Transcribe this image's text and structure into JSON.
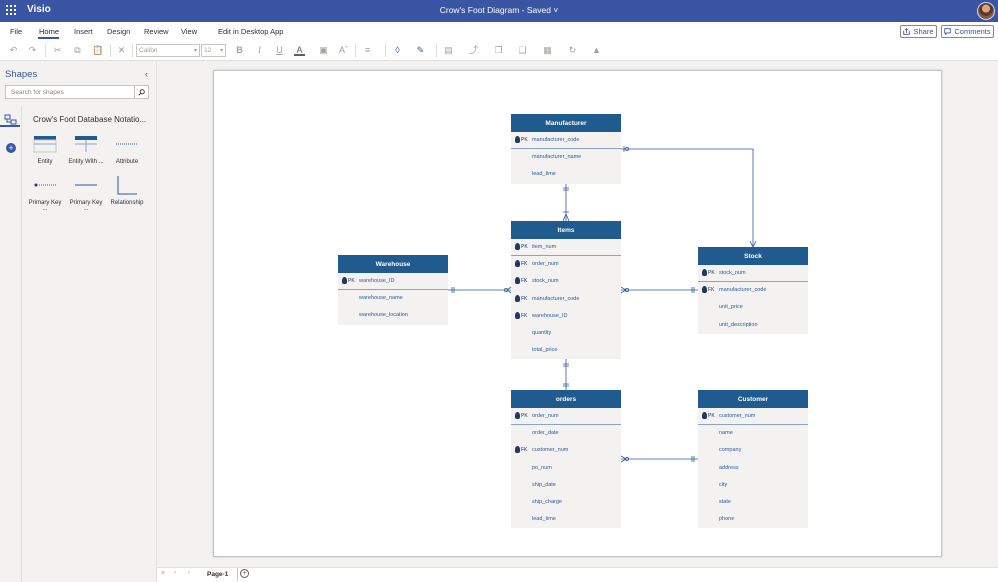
{
  "app": {
    "name": "Visio",
    "doc_title": "Crow's Foot Diagram - Saved",
    "doc_title_chevron": "˅"
  },
  "menu": {
    "file": "File",
    "home": "Home",
    "insert": "Insert",
    "design": "Design",
    "review": "Review",
    "view": "View",
    "edit_desktop": "Edit in Desktop App",
    "share": "Share",
    "comments": "Comments"
  },
  "ribbon": {
    "font_name": "Calibri",
    "font_size": "12"
  },
  "shapes_pane": {
    "title": "Shapes",
    "search_placeholder": "Search for shapes",
    "stencil_title": "Crow's Foot Database Notatio...",
    "items": [
      {
        "label": "Entity"
      },
      {
        "label": "Entity With ..."
      },
      {
        "label": "Attribute"
      },
      {
        "label": "Primary Key ..."
      },
      {
        "label": "Primary Key ..."
      },
      {
        "label": "Relationship"
      }
    ]
  },
  "entities": {
    "manufacturer": {
      "name": "Manufacturer",
      "rows": [
        {
          "key": "PK",
          "field": "manufacturer_code"
        },
        {
          "key": "",
          "field": "manufacturer_name"
        },
        {
          "key": "",
          "field": "lead_time"
        }
      ]
    },
    "items": {
      "name": "Items",
      "rows": [
        {
          "key": "PK",
          "field": "item_num"
        },
        {
          "key": "FK",
          "field": "order_num"
        },
        {
          "key": "FK",
          "field": "stock_num"
        },
        {
          "key": "FK",
          "field": "manufacturer_code"
        },
        {
          "key": "FK",
          "field": "warehouse_ID"
        },
        {
          "key": "",
          "field": "quantity"
        },
        {
          "key": "",
          "field": "total_price"
        }
      ]
    },
    "warehouse": {
      "name": "Warehouse",
      "rows": [
        {
          "key": "PK",
          "field": "warehouse_ID"
        },
        {
          "key": "",
          "field": "warehouse_name"
        },
        {
          "key": "",
          "field": "warehouse_location"
        }
      ]
    },
    "stock": {
      "name": "Stock",
      "rows": [
        {
          "key": "PK",
          "field": "stock_num"
        },
        {
          "key": "FK",
          "field": "manufacturer_code"
        },
        {
          "key": "",
          "field": "unit_price"
        },
        {
          "key": "",
          "field": "unit_description"
        }
      ]
    },
    "orders": {
      "name": "orders",
      "rows": [
        {
          "key": "PK",
          "field": "order_num"
        },
        {
          "key": "",
          "field": "order_date"
        },
        {
          "key": "FK",
          "field": "customer_num"
        },
        {
          "key": "",
          "field": "po_num"
        },
        {
          "key": "",
          "field": "ship_date"
        },
        {
          "key": "",
          "field": "ship_charge"
        },
        {
          "key": "",
          "field": "lead_time"
        }
      ]
    },
    "customer": {
      "name": "Customer",
      "rows": [
        {
          "key": "PK",
          "field": "customer_num"
        },
        {
          "key": "",
          "field": "name"
        },
        {
          "key": "",
          "field": "company"
        },
        {
          "key": "",
          "field": "address"
        },
        {
          "key": "",
          "field": "city"
        },
        {
          "key": "",
          "field": "state"
        },
        {
          "key": "",
          "field": "phone"
        }
      ]
    }
  },
  "statusbar": {
    "page_tab": "Page-1"
  },
  "colors": {
    "brand": "#3955a3",
    "entity_header": "#1f5b8f",
    "field_text": "#2c5aa0"
  }
}
